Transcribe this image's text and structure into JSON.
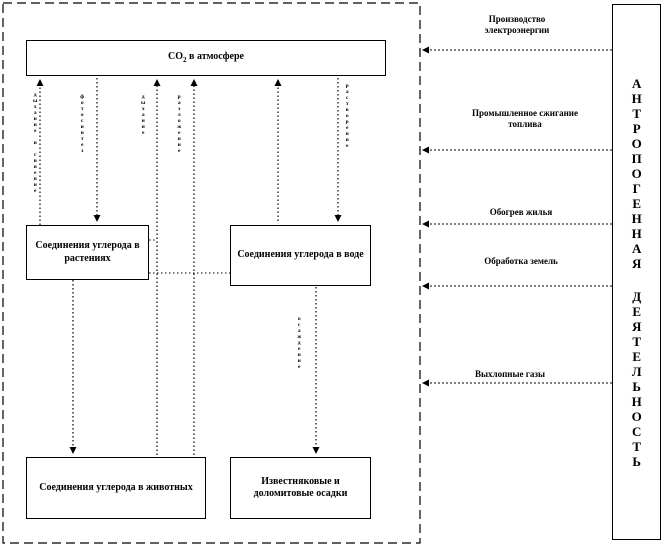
{
  "atmosphere": {
    "prefix": "СО",
    "sub": "2",
    "suffix": " в атмосфере"
  },
  "boxes": {
    "plants": "Соединения углерода в растениях",
    "water": "Соединения углерода в воде",
    "animals": "Соединения углерода в животных",
    "sediments": "Известняковые и доломитовые осадки"
  },
  "flows": {
    "respiration_plants": "дыхание и гниение",
    "photosynthesis": "фотосинтез",
    "respiration_animals": "дыхание",
    "decomposition": "разложение",
    "dissolution": "растворение",
    "sedimentation": "осаждение"
  },
  "anthropogenic": {
    "label": "АНТРОПОГЕННАЯ ДЕЯТЕЛЬНОСТЬ",
    "word1": "АНТРОПОГЕННАЯ",
    "word2": "ДЕЯТЕЛЬНОСТЬ",
    "inputs": [
      "Производство электроэнергии",
      "Промышленное сжигание топлива",
      "Обогрев жилья",
      "Обработка земель",
      "Выхлопные газы"
    ]
  }
}
